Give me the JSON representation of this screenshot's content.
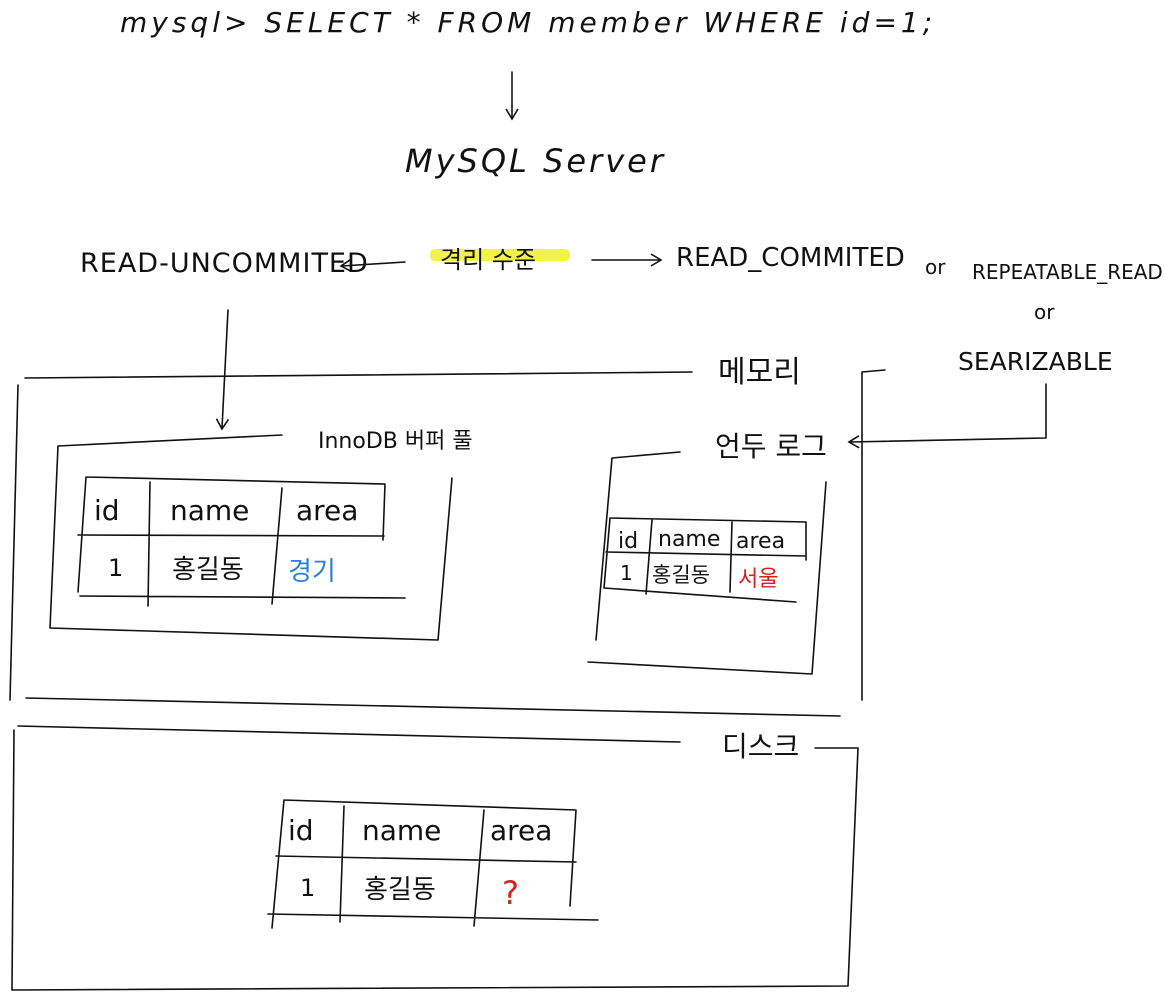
{
  "query": "mysql> SELECT * FROM member WHERE id=1;",
  "server_label": "MySQL Server",
  "isolation": {
    "label": "격리 수준",
    "highlight_color": "#f2f24a",
    "left_option": "READ-UNCOMMITED",
    "right_options": {
      "first": "READ_COMMITED",
      "or1": "or",
      "second": "REPEATABLE_READ",
      "or2": "or",
      "third": "SEARIZABLE"
    }
  },
  "memory": {
    "label": "메모리",
    "buffer_pool": {
      "label": "InnoDB 버퍼 풀",
      "table": {
        "headers": [
          "id",
          "name",
          "area"
        ],
        "row": [
          "1",
          "홍길동",
          "경기"
        ],
        "area_color": "#2b7fd4"
      }
    },
    "undo_log": {
      "label": "언두 로그",
      "table": {
        "headers": [
          "id",
          "name",
          "area"
        ],
        "row": [
          "1",
          "홍길동",
          "서울"
        ],
        "area_color": "#d42020"
      }
    }
  },
  "disk": {
    "label": "디스크",
    "table": {
      "headers": [
        "id",
        "name",
        "area"
      ],
      "row": [
        "1",
        "홍길동",
        "?"
      ],
      "area_color": "#d42020"
    }
  }
}
